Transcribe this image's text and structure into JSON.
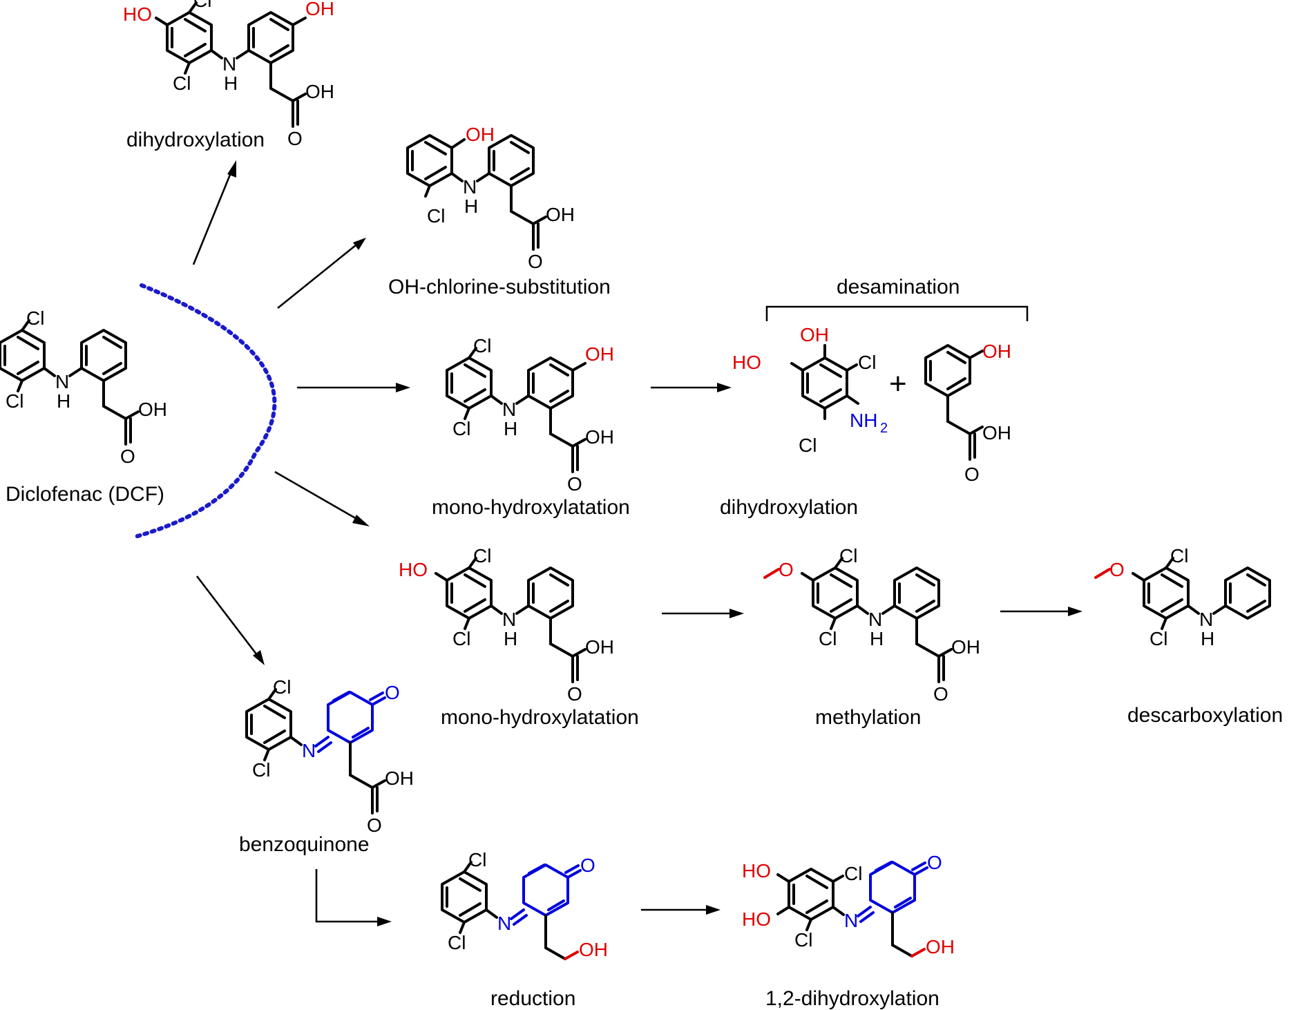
{
  "colors": {
    "bond": "#000000",
    "hydroxyl_label": "#e00000",
    "quinone_imine": "#0000dd",
    "radical_arc": "#1a1acc"
  },
  "captions": {
    "dcf": "Diclofenac (DCF)",
    "dihydroxylation_top": "dihydroxylation",
    "oh_chlorine": "OH-chlorine-substitution",
    "desamination": "desamination",
    "mono_hydroxylatation_1": "mono-hydroxylatation",
    "dihydroxylation_mid": "dihydroxylation",
    "mono_hydroxylatation_2": "mono-hydroxylatation",
    "methylation": "methylation",
    "descarboxylation": "descarboxylation",
    "benzoquinone": "benzoquinone",
    "reduction": "reduction",
    "dihydroxylation_12": "1,2-dihydroxylation"
  },
  "atoms": {
    "cl": "Cl",
    "n": "N",
    "h": "H",
    "oh": "OH",
    "ho": "HO",
    "o": "O",
    "nh": "NH",
    "two": "2",
    "plus": "+"
  }
}
